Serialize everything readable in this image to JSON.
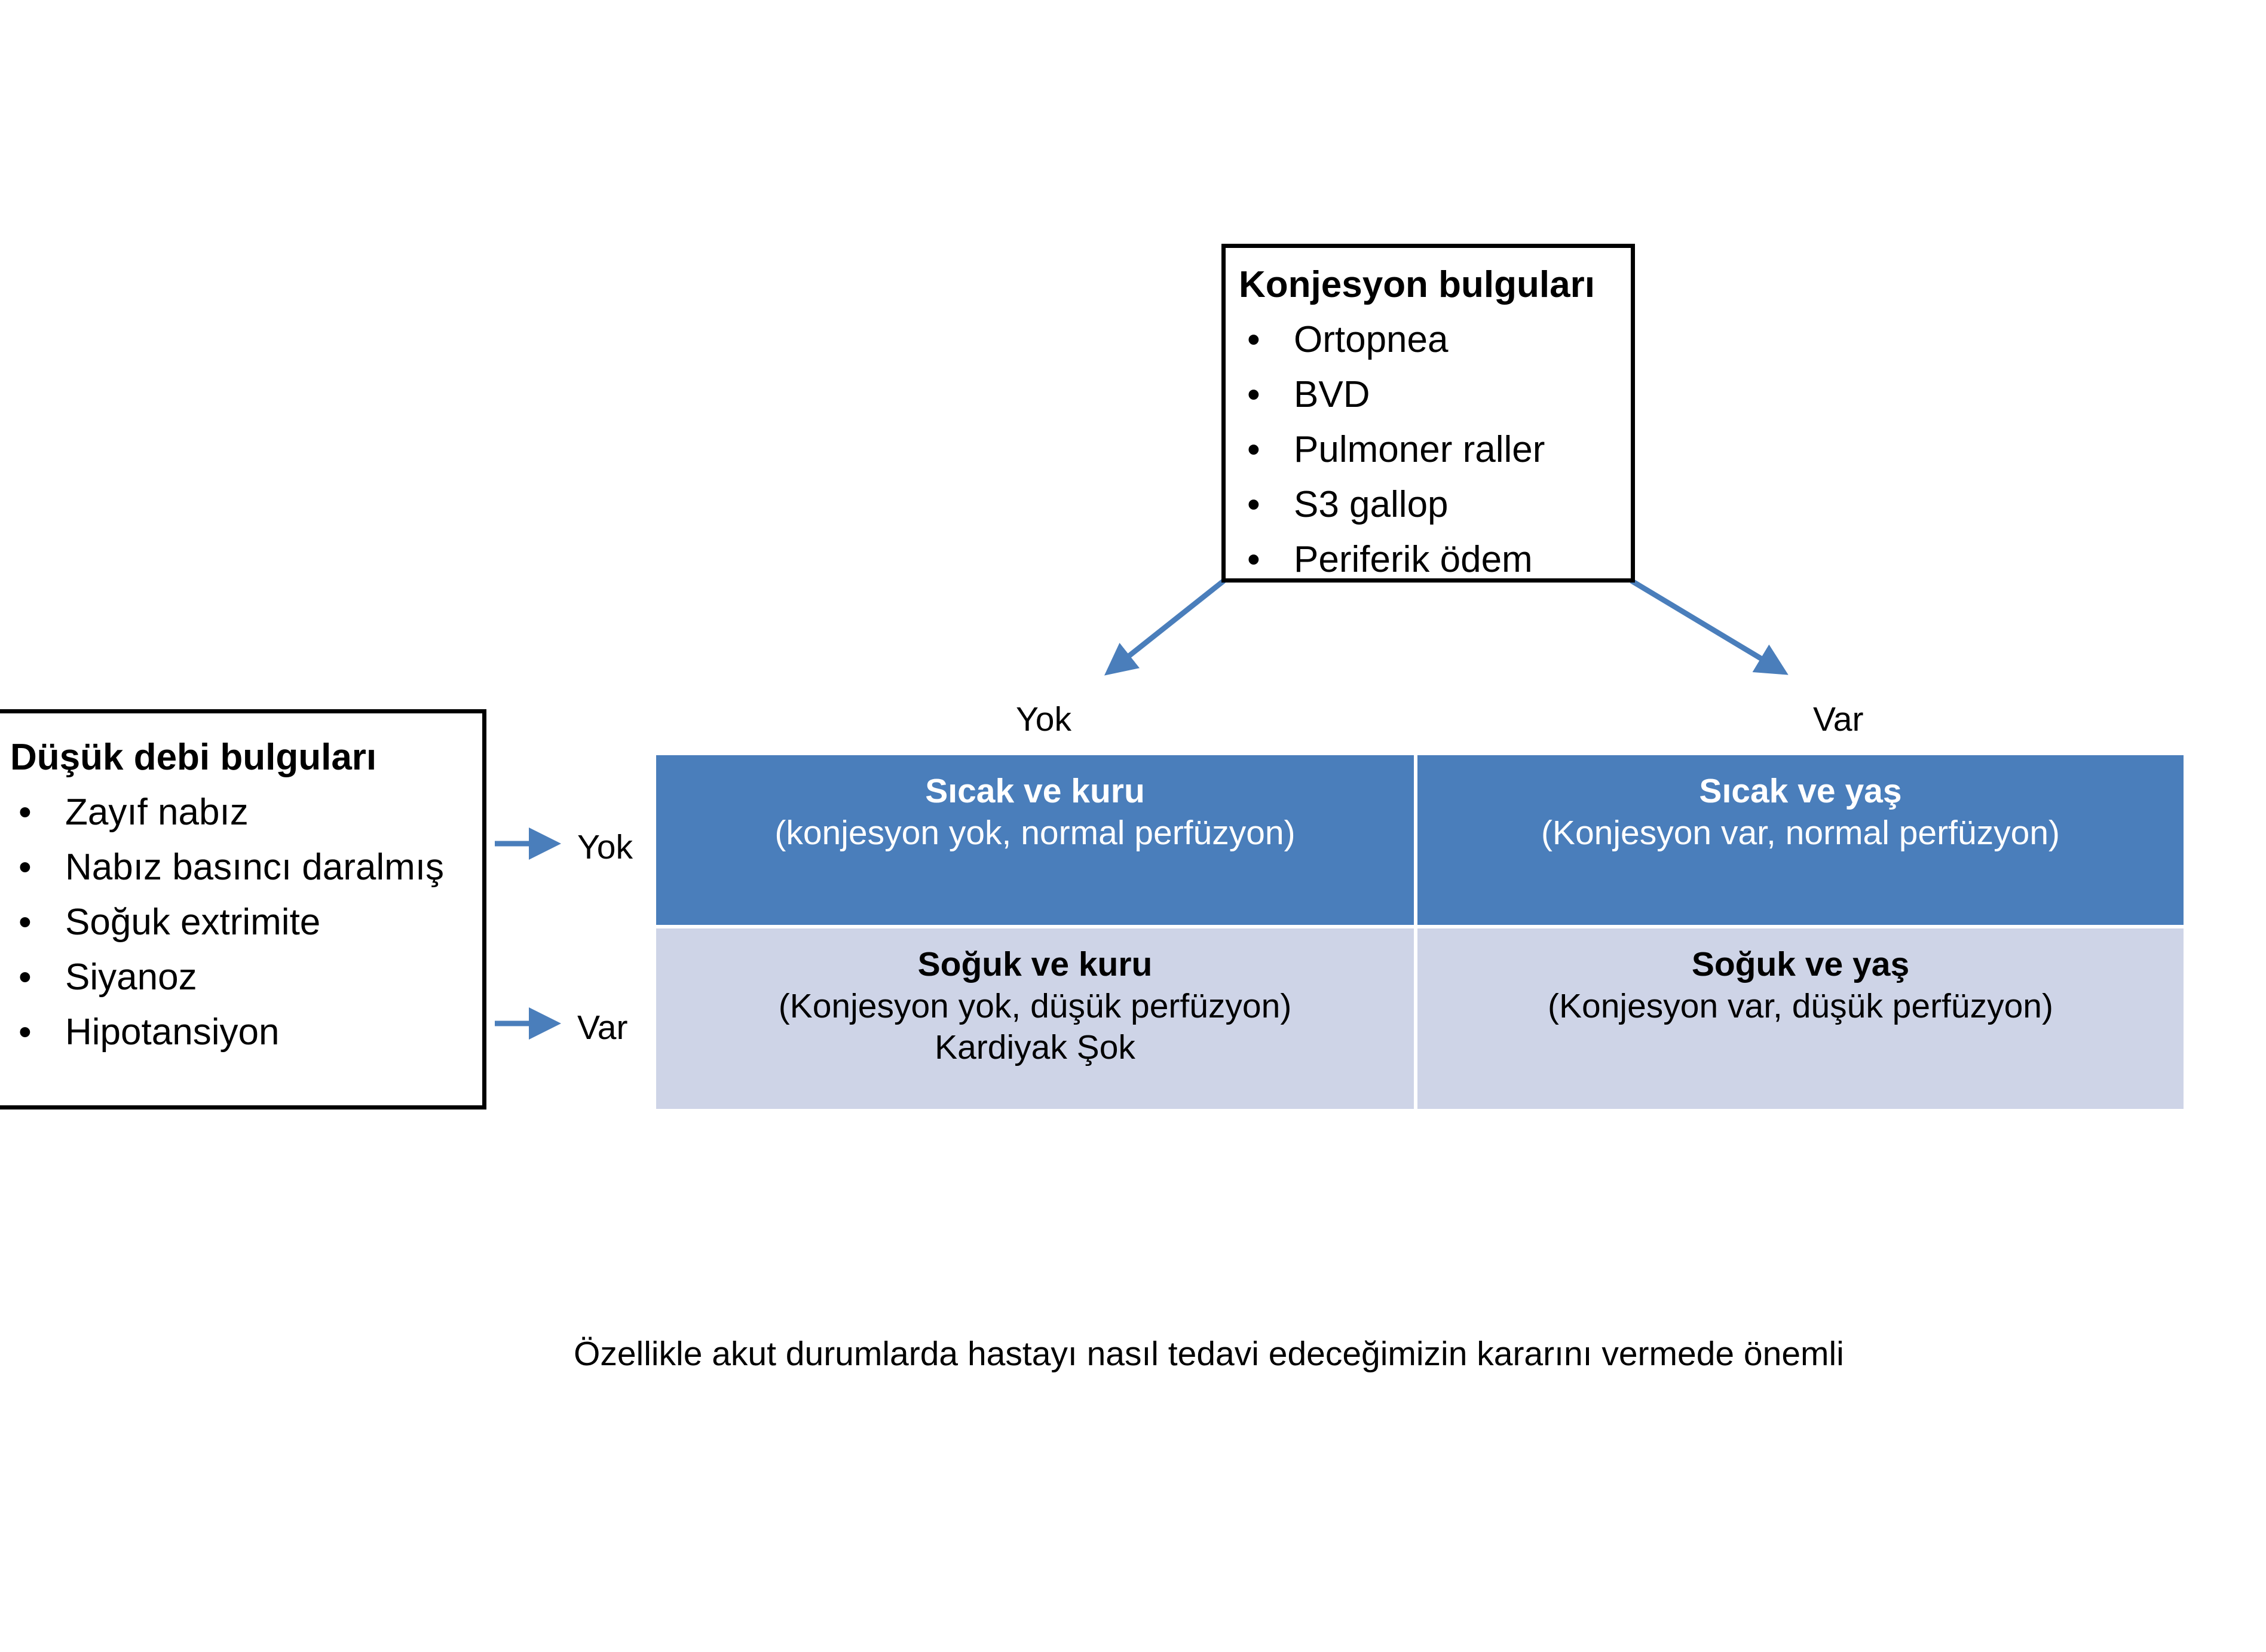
{
  "congestion_box": {
    "title": "Konjesyon bulguları",
    "items": [
      "Ortopnea",
      "BVD",
      "Pulmoner raller",
      "S3 gallop",
      "Periferik ödem"
    ]
  },
  "low_output_box": {
    "title": "Düşük debi bulguları",
    "items": [
      "Zayıf nabız",
      "Nabız basıncı daralmış",
      "Soğuk extrimite",
      "Siyanoz",
      "Hipotansiyon"
    ]
  },
  "column_labels": {
    "left": "Yok",
    "right": "Var"
  },
  "row_labels": {
    "top": "Yok",
    "bottom": "Var"
  },
  "quadrants": [
    {
      "id": "warm-dry",
      "title": "Sıcak ve kuru",
      "subtitle": "(konjesyon yok, normal perfüzyon)",
      "extra": "",
      "bg": "#4A7EBB",
      "fg": "#FFFFFF"
    },
    {
      "id": "warm-wet",
      "title": "Sıcak ve yaş",
      "subtitle": "(Konjesyon var, normal perfüzyon)",
      "extra": "",
      "bg": "#4A7EBB",
      "fg": "#FFFFFF"
    },
    {
      "id": "cold-dry",
      "title": "Soğuk ve kuru",
      "subtitle": "(Konjesyon yok, düşük perfüzyon)",
      "extra": "Kardiyak Şok",
      "bg": "#CED4E7",
      "fg": "#000000"
    },
    {
      "id": "cold-wet",
      "title": "Soğuk ve yaş",
      "subtitle": "(Konjesyon var, düşük perfüzyon)",
      "extra": "",
      "bg": "#CED4E7",
      "fg": "#000000"
    }
  ],
  "footnote": "Özellikle akut durumlarda hastayı nasıl tedavi edeceğimizin kararını vermede önemli",
  "colors": {
    "accent_blue": "#4A7EBB",
    "light_blue": "#CED4E7",
    "outline": "#000000",
    "background": "#FFFFFF"
  }
}
